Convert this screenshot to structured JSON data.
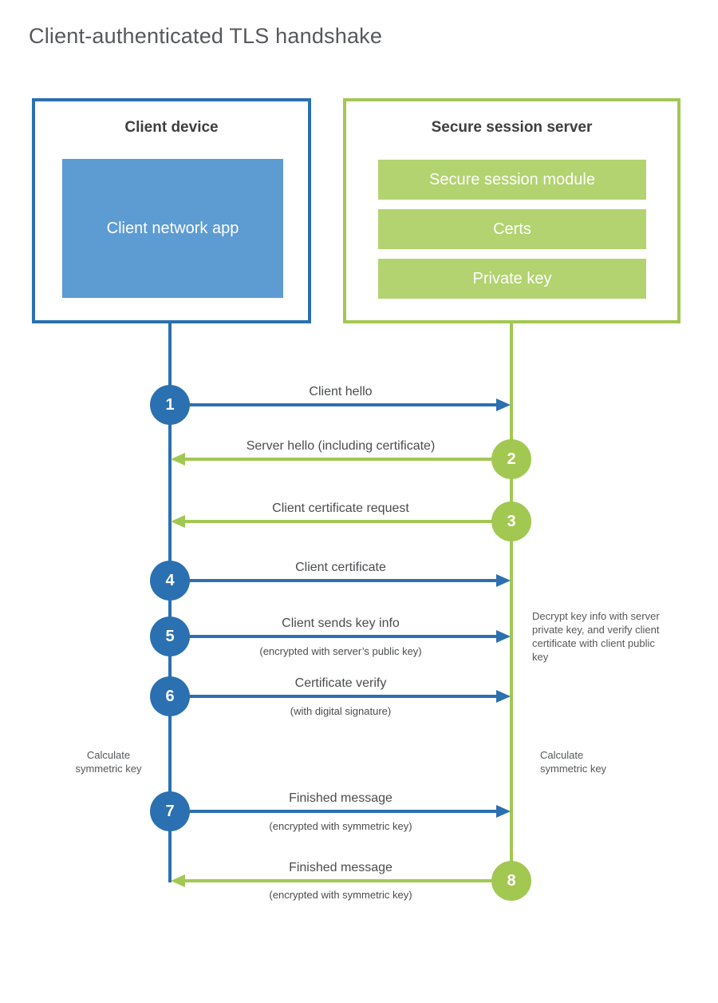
{
  "title": "Client-authenticated TLS handshake",
  "colors": {
    "blue_main": "#2b70b0",
    "blue_fill": "#5d9bd3",
    "green_main": "#a2c852",
    "green_fill": "#b2d370",
    "heading_text": "#3d3e40",
    "label_text": "#4a4c4e",
    "title_text": "#56585c"
  },
  "client": {
    "heading": "Client device",
    "app_label": "Client network app"
  },
  "server": {
    "heading": "Secure session server",
    "modules": [
      "Secure session module",
      "Certs",
      "Private key"
    ]
  },
  "messages": [
    {
      "step": "1",
      "from": "client",
      "label": "Client hello",
      "sublabel": ""
    },
    {
      "step": "2",
      "from": "server",
      "label": "Server hello (including certificate)",
      "sublabel": ""
    },
    {
      "step": "3",
      "from": "server",
      "label": "Client certificate request",
      "sublabel": ""
    },
    {
      "step": "4",
      "from": "client",
      "label": "Client certificate",
      "sublabel": ""
    },
    {
      "step": "5",
      "from": "client",
      "label": "Client sends key info",
      "sublabel": "(encrypted with server’s public key)"
    },
    {
      "step": "6",
      "from": "client",
      "label": "Certificate verify",
      "sublabel": "(with digital signature)"
    },
    {
      "step": "7",
      "from": "client",
      "label": "Finished message",
      "sublabel": "(encrypted with symmetric key)"
    },
    {
      "step": "8",
      "from": "server",
      "label": "Finished message",
      "sublabel": "(encrypted with symmetric key)"
    }
  ],
  "notes": {
    "decrypt": "Decrypt key info with server private key, and verify client certificate with client public key",
    "calc_left": "Calculate symmetric key",
    "calc_right": "Calculate symmetric key"
  }
}
